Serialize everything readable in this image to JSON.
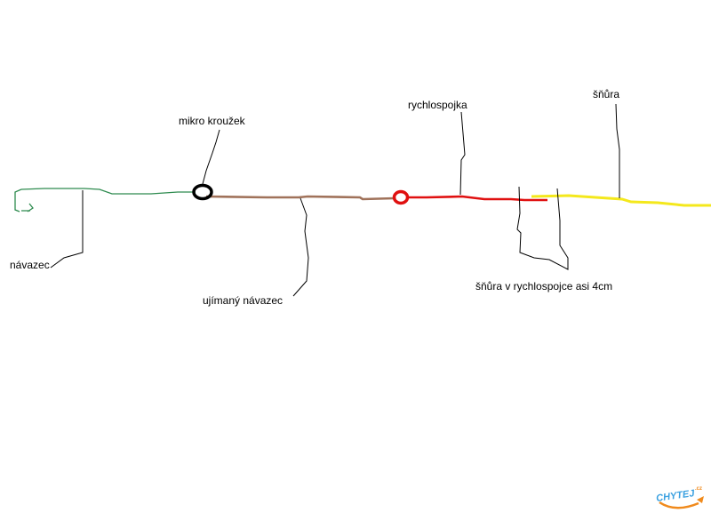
{
  "labels": {
    "mikro_krouzek": "mikro kroužek",
    "rychlospojka": "rychlospojka",
    "snura": "šňůra",
    "navazec": "návazec",
    "ujimany_navazec": "ujímaný návazec",
    "snura_v_rychlospojce": "šňůra v rychlospojce asi 4cm"
  },
  "logo": {
    "name": "CHYTEJ",
    "suffix": ".cz"
  },
  "colors": {
    "leader": "#2e8b4f",
    "hooklink": "#a0725a",
    "quicklink": "#e01010",
    "mainline": "#f4e81c",
    "ring": "#000000",
    "pointer": "#000000",
    "logo_blue": "#3aa0e0",
    "logo_orange": "#f08a1c"
  }
}
